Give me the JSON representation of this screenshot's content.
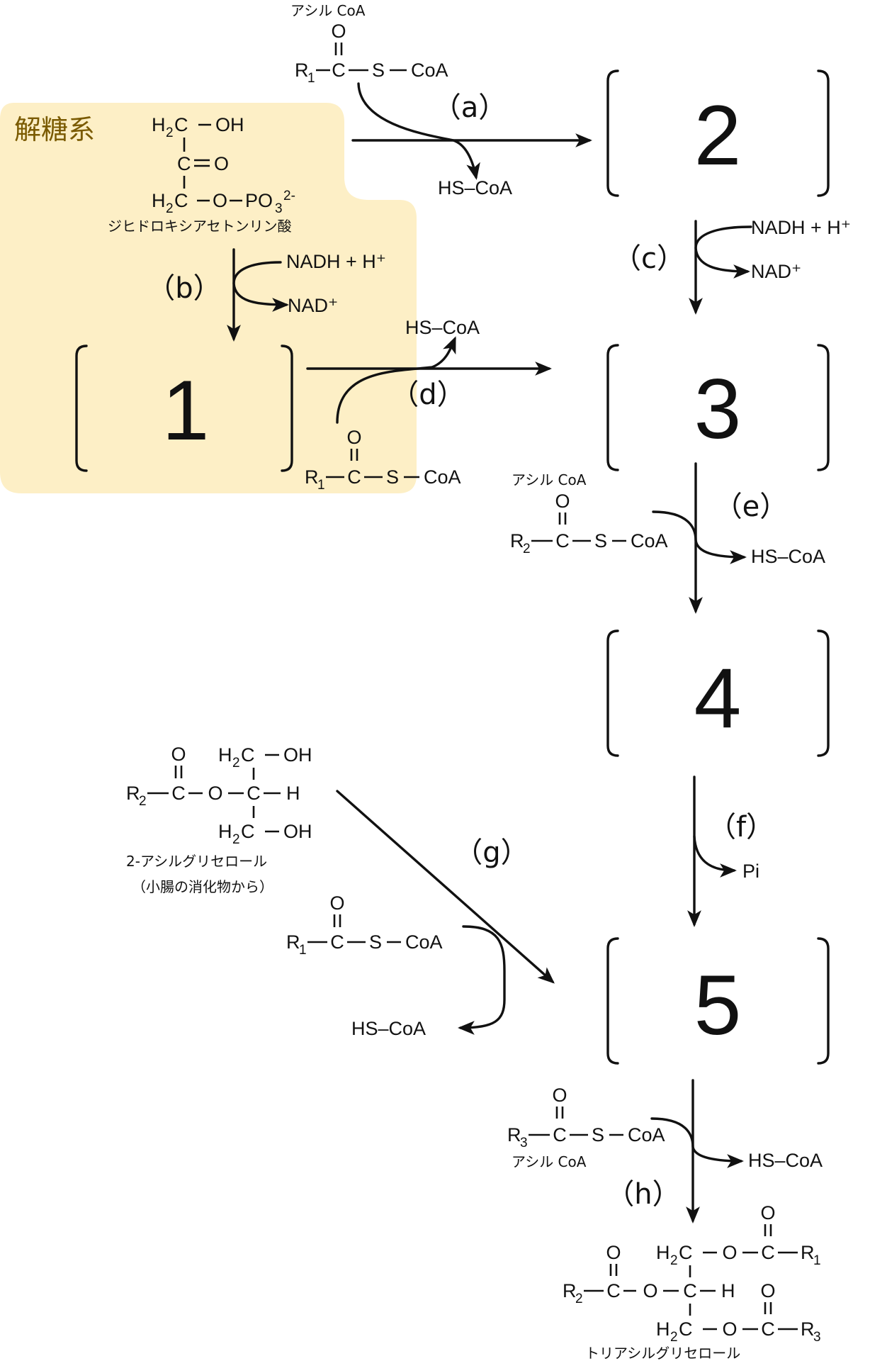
{
  "region": {
    "title": "解糖系",
    "color": "#fdefc6"
  },
  "intermediates": [
    "1",
    "2",
    "3",
    "4",
    "5"
  ],
  "steps": {
    "a": "（a）",
    "b": "（b）",
    "c": "（c）",
    "d": "（d）",
    "e": "（e）",
    "f": "（f）",
    "g": "（g）",
    "h": "（h）"
  },
  "reagents": {
    "acyl_coa": "アシル CoA",
    "hs_coa": "HS–CoA",
    "nadh": "NADH + H⁺",
    "nad": "NAD⁺",
    "pi": "Pi",
    "O": "O",
    "C": "C",
    "S": "S",
    "H": "H",
    "OH": "OH",
    "CoA": "CoA",
    "R1": "R",
    "R2": "R",
    "R3": "R",
    "sub1": "1",
    "sub2": "2",
    "sub3": "3",
    "H2": "H",
    "H2sub": "2",
    "PO3": "PO",
    "PO3sub": "3",
    "charge": "2-"
  },
  "compounds": {
    "dhap": "ジヒドロキシアセトンリン酸",
    "mag": "2-アシルグリセロール",
    "mag_source": "（小腸の消化物から）",
    "tag": "トリアシルグリセロール"
  }
}
